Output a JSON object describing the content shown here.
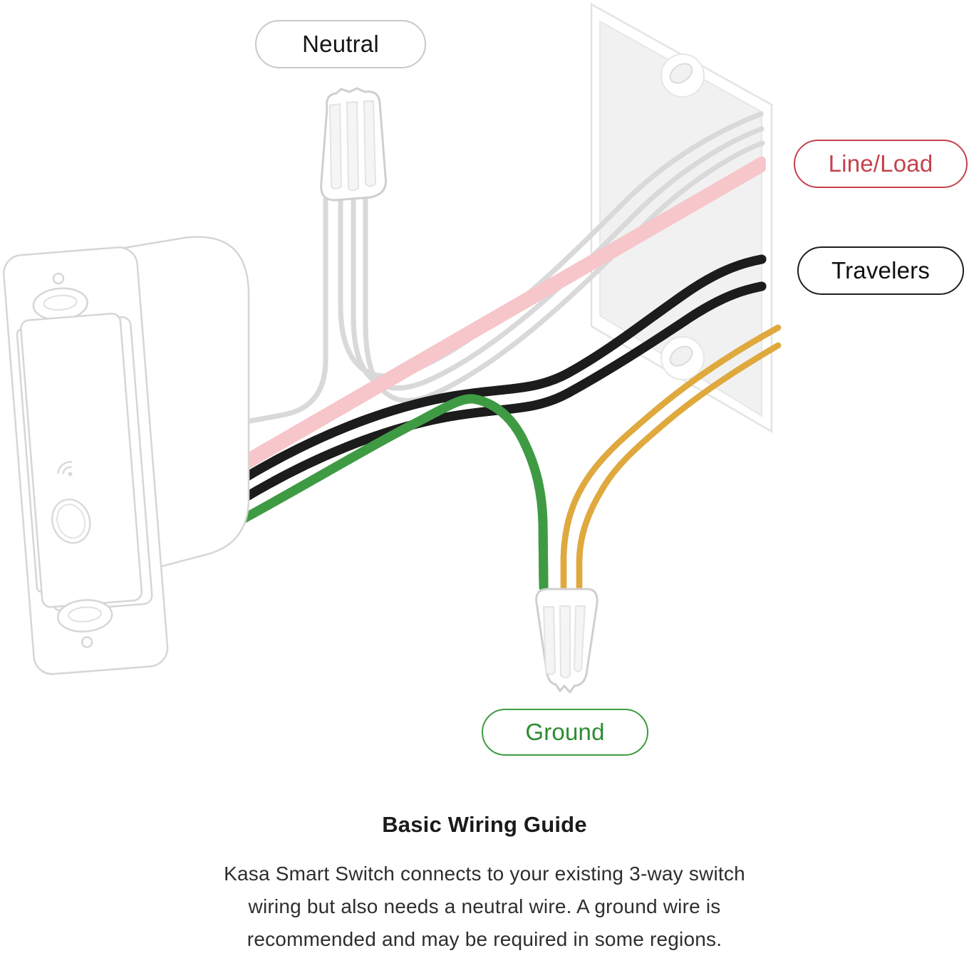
{
  "diagram": {
    "labels": {
      "neutral": "Neutral",
      "line_load": "Line/Load",
      "travelers": "Travelers",
      "ground": "Ground"
    },
    "colors": {
      "neutral_wire": "#d9d9d9",
      "line_load_wire": "#bb3644",
      "line_load_edge_dark": "#9e2433",
      "line_load_fill": "#f6c6cb",
      "traveler_edge": "#1c1c1c",
      "traveler_fill": "#cccccc",
      "ground_edge": "#3f9b43",
      "ground_fill": "#d9efce",
      "bare_copper_edge": "#dfa93e",
      "bare_copper_fill": "#fdf3da",
      "label_red": "#c4424d",
      "label_green": "#2d8c32",
      "label_black": "#151515",
      "outline_gray": "#d6d6d6"
    }
  },
  "caption": {
    "title": "Basic Wiring Guide",
    "lines": [
      "Kasa Smart Switch connects to your existing 3-way switch",
      "wiring but also needs a neutral wire. A ground wire is",
      "recommended and may be required in some regions."
    ]
  }
}
